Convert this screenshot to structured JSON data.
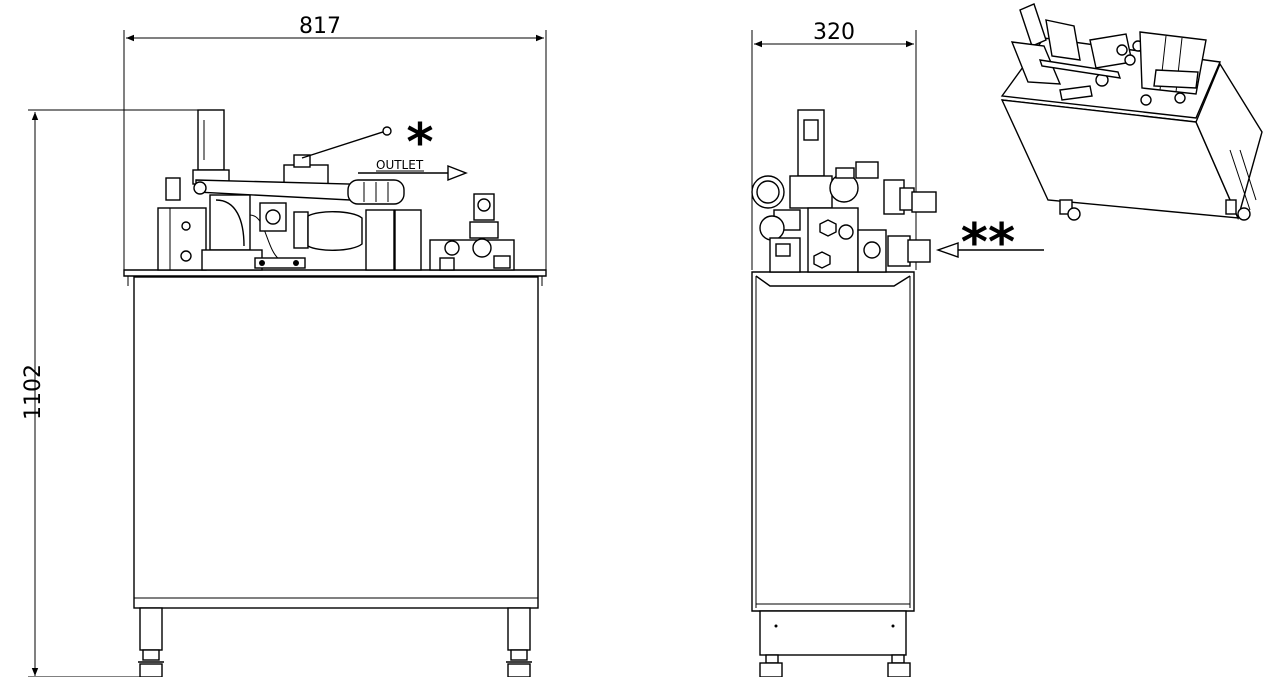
{
  "dimensions": {
    "front_width": "817",
    "side_width": "320",
    "height": "1102"
  },
  "labels": {
    "outlet": "OUTLET",
    "outlet_marker": "*",
    "inlet_marker": "**"
  }
}
